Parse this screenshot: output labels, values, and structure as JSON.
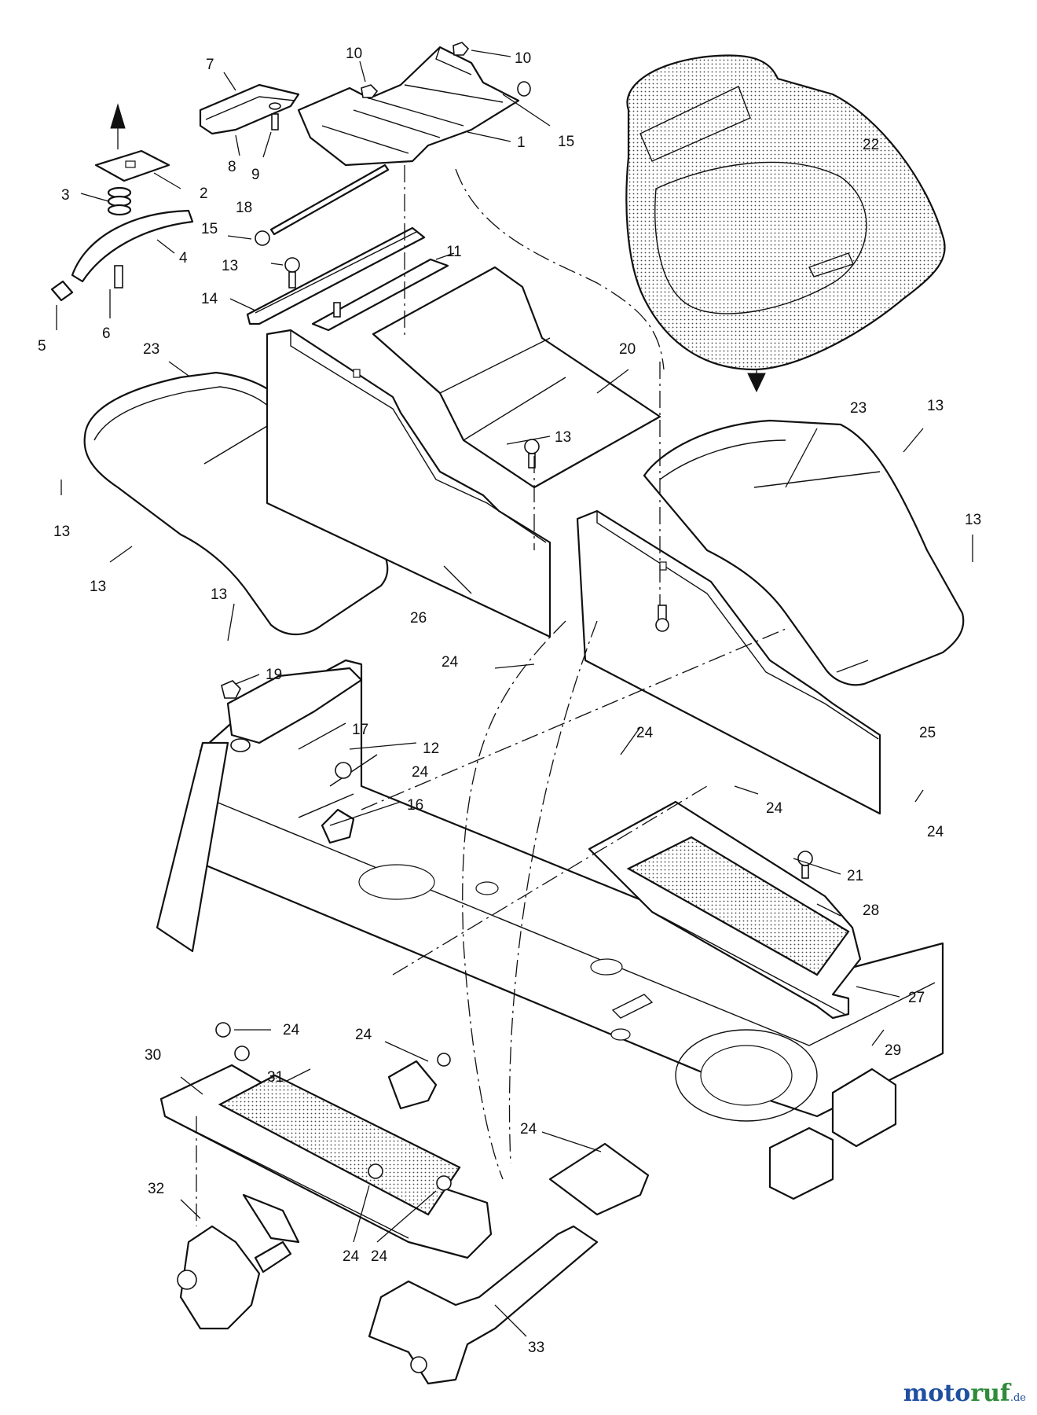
{
  "diagram": {
    "callouts": [
      {
        "id": "c1",
        "text": "1"
      },
      {
        "id": "c2",
        "text": "2"
      },
      {
        "id": "c3",
        "text": "3"
      },
      {
        "id": "c4",
        "text": "4"
      },
      {
        "id": "c5",
        "text": "5"
      },
      {
        "id": "c6",
        "text": "6"
      },
      {
        "id": "c7",
        "text": "7"
      },
      {
        "id": "c8",
        "text": "8"
      },
      {
        "id": "c9",
        "text": "9"
      },
      {
        "id": "c10a",
        "text": "10"
      },
      {
        "id": "c10b",
        "text": "10"
      },
      {
        "id": "c11",
        "text": "11"
      },
      {
        "id": "c12",
        "text": "12"
      },
      {
        "id": "c13a",
        "text": "13"
      },
      {
        "id": "c13b",
        "text": "13"
      },
      {
        "id": "c13c",
        "text": "13"
      },
      {
        "id": "c13d",
        "text": "13"
      },
      {
        "id": "c13e",
        "text": "13"
      },
      {
        "id": "c13f",
        "text": "13"
      },
      {
        "id": "c13g",
        "text": "13"
      },
      {
        "id": "c14",
        "text": "14"
      },
      {
        "id": "c15a",
        "text": "15"
      },
      {
        "id": "c15b",
        "text": "15"
      },
      {
        "id": "c16",
        "text": "16"
      },
      {
        "id": "c17",
        "text": "17"
      },
      {
        "id": "c18",
        "text": "18"
      },
      {
        "id": "c19",
        "text": "19"
      },
      {
        "id": "c20",
        "text": "20"
      },
      {
        "id": "c21",
        "text": "21"
      },
      {
        "id": "c22",
        "text": "22"
      },
      {
        "id": "c23a",
        "text": "23"
      },
      {
        "id": "c23b",
        "text": "23"
      },
      {
        "id": "c24a",
        "text": "24"
      },
      {
        "id": "c24b",
        "text": "24"
      },
      {
        "id": "c24c",
        "text": "24"
      },
      {
        "id": "c24d",
        "text": "24"
      },
      {
        "id": "c24e",
        "text": "24"
      },
      {
        "id": "c24f",
        "text": "24"
      },
      {
        "id": "c24g",
        "text": "24"
      },
      {
        "id": "c24h",
        "text": "24"
      },
      {
        "id": "c24i",
        "text": "24"
      },
      {
        "id": "c24j",
        "text": "24"
      },
      {
        "id": "c25",
        "text": "25"
      },
      {
        "id": "c26",
        "text": "26"
      },
      {
        "id": "c27",
        "text": "27"
      },
      {
        "id": "c28",
        "text": "28"
      },
      {
        "id": "c29",
        "text": "29"
      },
      {
        "id": "c30",
        "text": "30"
      },
      {
        "id": "c31",
        "text": "31"
      },
      {
        "id": "c32",
        "text": "32"
      },
      {
        "id": "c33",
        "text": "33"
      }
    ]
  },
  "watermark": {
    "part1": "moto",
    "part2": "ruf",
    "part3": ".de"
  },
  "colors": {
    "line": "#111111",
    "watermark_blue": "#1f4fa0",
    "watermark_green": "#2e8b3a"
  }
}
